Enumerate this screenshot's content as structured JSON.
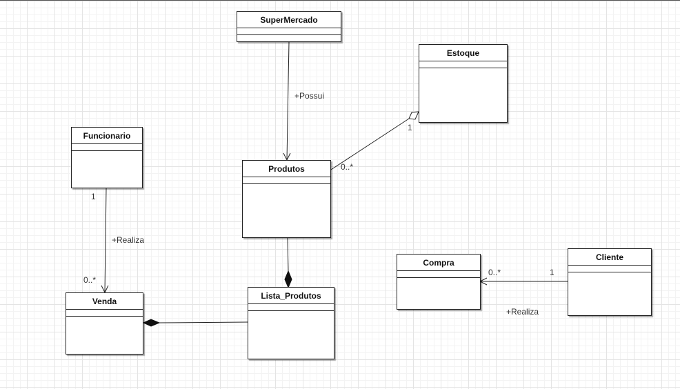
{
  "classes": {
    "supermercado": {
      "name": "SuperMercado"
    },
    "estoque": {
      "name": "Estoque"
    },
    "funcionario": {
      "name": "Funcionario"
    },
    "produtos": {
      "name": "Produtos"
    },
    "compra": {
      "name": "Compra"
    },
    "cliente": {
      "name": "Cliente"
    },
    "venda": {
      "name": "Venda"
    },
    "lista_produtos": {
      "name": "Lista_Produtos"
    }
  },
  "relations": {
    "supermercado_produtos": {
      "label": "+Possui",
      "type": "association"
    },
    "estoque_produtos": {
      "source_mult": "1",
      "target_mult": "0..*",
      "type": "aggregation"
    },
    "funcionario_venda": {
      "label": "+Realiza",
      "source_mult": "1",
      "target_mult": "0..*",
      "type": "association"
    },
    "produtos_lista": {
      "type": "composition"
    },
    "lista_venda": {
      "type": "composition"
    },
    "cliente_compra": {
      "label": "+Realiza",
      "source_mult": "1",
      "target_mult": "0..*",
      "type": "association"
    }
  },
  "colors": {
    "line": "#222222",
    "grid": "#e4e4e4",
    "box_fill": "#ffffff"
  }
}
